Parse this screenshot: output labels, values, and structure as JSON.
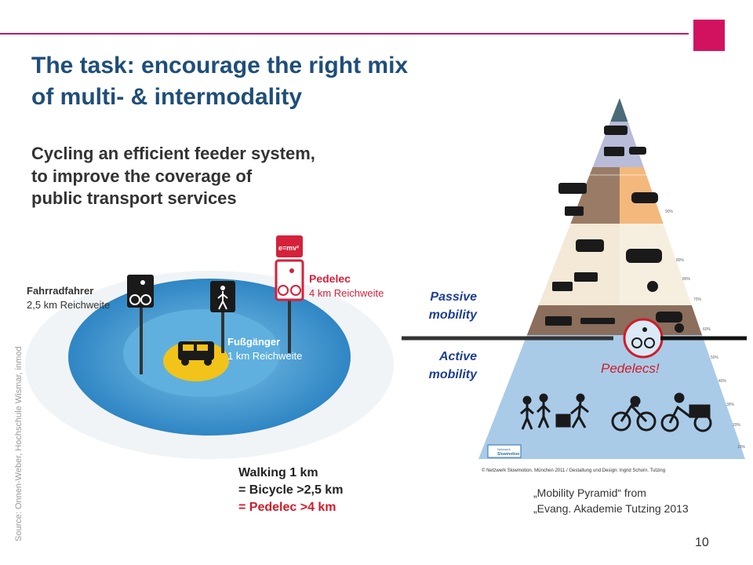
{
  "header": {
    "accent_color": "#d3125f"
  },
  "title": {
    "line1": "The task: encourage the right mix",
    "line2": "of multi- & intermodality",
    "color": "#1f4e79"
  },
  "subtitle": {
    "line1": "Cycling an efficient feeder system,",
    "line2": "to improve the coverage of",
    "line3": "public transport services"
  },
  "source_note": "Source: Onnen-Weber, Hochschule Wismar, inmod",
  "radius_figure": {
    "cyclist_label": "Fahrradfahrer",
    "cyclist_range": "2,5 km Reichweite",
    "pedestrian_label": "Fußgänger",
    "pedestrian_range": "1 km Reichweite",
    "pedelec_label": "Pedelec",
    "pedelec_range": "4 km Reichweite",
    "sign_text": "e=mv²"
  },
  "walking_comparison": {
    "walking": "Walking 1 km",
    "bicycle": "= Bicycle >2,5 km",
    "pedelec": "= Pedelec >4 km"
  },
  "mobility_labels": {
    "passive_1": "Passive",
    "passive_2": "mobility",
    "active_1": "Active",
    "active_2": "mobility"
  },
  "pyramid": {
    "pedelecs_label": "Pedelecs!",
    "percent_labels": [
      "90%",
      "80%",
      "80%",
      "70%",
      "60%",
      "50%",
      "40%",
      "30%",
      "20%",
      "10%"
    ],
    "footer_credit": "© Netzwerk Slowmotion. München 2011 / Gestaltung und Design: Ingrid Schorn. Tutzing",
    "logo_text_1": "Netzwerk",
    "logo_text_2": "Slowmotion"
  },
  "caption": {
    "line1": "„Mobility Pyramid“ from",
    "line2": "„Evang. Akademie Tutzing 2013"
  },
  "page_number": "10"
}
